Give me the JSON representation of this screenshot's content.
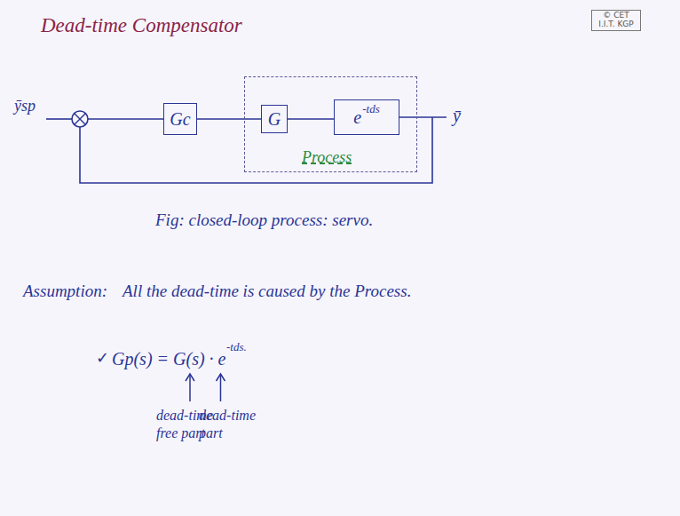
{
  "diagram": {
    "title": "Dead-time Compensator",
    "nodes": [
      {
        "text": [
          "Gc"
        ]
      },
      {
        "text": [
          "Process"
        ]
      },
      {
        "text": [
          "G"
        ],
        "in": 1
      },
      {
        "text": [
          "e",
          "-tds"
        ],
        "in": 1
      }
    ],
    "edges": [
      {
        "from": 0,
        "to": 2,
        "arrow": "none"
      },
      {
        "from": 2,
        "to": 3,
        "arrow": "none"
      }
    ],
    "labels": [
      "© CET I.I.T. KGP",
      "ȳsp",
      "ȳ",
      "Fig: closed-loop process: servo.",
      "Assumption:",
      "All the dead-time is caused by the Process.",
      "✓",
      "Gp(s) = G(s) · e",
      "-tds.",
      "dead-time free part",
      "dead-time part"
    ]
  }
}
